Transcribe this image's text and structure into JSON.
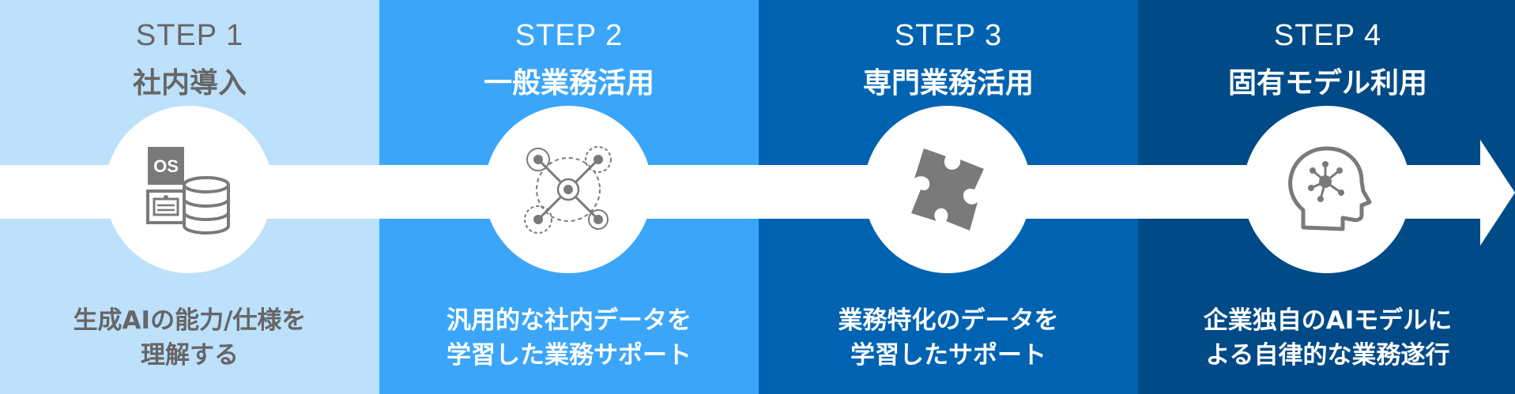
{
  "colors": {
    "step1": "#bde0fb",
    "step2": "#3ba6f9",
    "step3": "#0063b1",
    "step4": "#004a87",
    "text_dark": "#666666",
    "text_light": "#ffffff",
    "icon": "#7a7a7a"
  },
  "steps": [
    {
      "label": "STEP 1",
      "title": "社内導入",
      "icon": "os-database-icon",
      "icon_text": "OS",
      "desc_line1": "生成AIの能力/仕様を",
      "desc_line2": "理解する"
    },
    {
      "label": "STEP 2",
      "title": "一般業務活用",
      "icon": "network-nodes-icon",
      "desc_line1": "汎用的な社内データを",
      "desc_line2": "学習した業務サポート"
    },
    {
      "label": "STEP 3",
      "title": "専門業務活用",
      "icon": "puzzle-piece-icon",
      "desc_line1": "業務特化のデータを",
      "desc_line2": "学習したサポート"
    },
    {
      "label": "STEP 4",
      "title": "固有モデル利用",
      "icon": "ai-head-icon",
      "desc_line1": "企業独自のAIモデルに",
      "desc_line2": "よる自律的な業務遂行"
    }
  ]
}
